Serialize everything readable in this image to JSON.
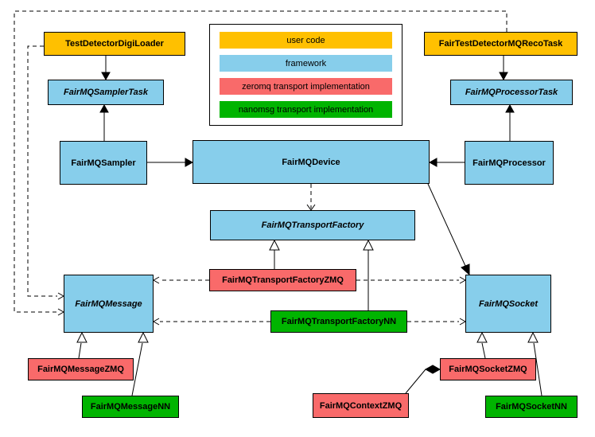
{
  "colors": {
    "user_code": "#FFC000",
    "framework": "#87CEEB",
    "zeromq": "#F96A6A",
    "nanomsg": "#00B400",
    "canvas": "#FFFFFF",
    "line": "#000000"
  },
  "legend": {
    "items": [
      {
        "label": "user code"
      },
      {
        "label": "framework"
      },
      {
        "label": "zeromq transport implementation"
      },
      {
        "label": "nanomsg transport implementation"
      }
    ]
  },
  "nodes": {
    "digi_loader": {
      "label": "TestDetectorDigiLoader"
    },
    "reco_task": {
      "label": "FairTestDetectorMQRecoTask"
    },
    "sampler_task": {
      "label": "FairMQSamplerTask"
    },
    "processor_task": {
      "label": "FairMQProcessorTask"
    },
    "sampler": {
      "label": "FairMQSampler"
    },
    "device": {
      "label": "FairMQDevice"
    },
    "processor": {
      "label": "FairMQProcessor"
    },
    "transport_factory": {
      "label": "FairMQTransportFactory"
    },
    "transport_factory_zmq": {
      "label": "FairMQTransportFactoryZMQ"
    },
    "transport_factory_nn": {
      "label": "FairMQTransportFactoryNN"
    },
    "message": {
      "label": "FairMQMessage"
    },
    "socket": {
      "label": "FairMQSocket"
    },
    "message_zmq": {
      "label": "FairMQMessageZMQ"
    },
    "message_nn": {
      "label": "FairMQMessageNN"
    },
    "context_zmq": {
      "label": "FairMQContextZMQ"
    },
    "socket_zmq": {
      "label": "FairMQSocketZMQ"
    },
    "socket_nn": {
      "label": "FairMQSocketNN"
    }
  }
}
